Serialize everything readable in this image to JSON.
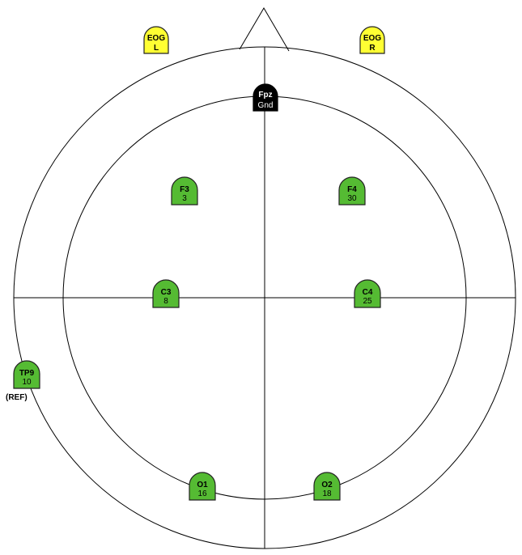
{
  "electrodes": [
    {
      "id": "eog-l",
      "label": "EOG",
      "value": "L",
      "color": "#ffff33",
      "text_color": "#000000"
    },
    {
      "id": "eog-r",
      "label": "EOG",
      "value": "R",
      "color": "#ffff33",
      "text_color": "#000000"
    },
    {
      "id": "fpz",
      "label": "Fpz",
      "value": "Gnd",
      "color": "#000000",
      "text_color": "#ffffff"
    },
    {
      "id": "f3",
      "label": "F3",
      "value": "3",
      "color": "#55bb33",
      "text_color": "#000000"
    },
    {
      "id": "f4",
      "label": "F4",
      "value": "30",
      "color": "#55bb33",
      "text_color": "#000000"
    },
    {
      "id": "c3",
      "label": "C3",
      "value": "8",
      "color": "#55bb33",
      "text_color": "#000000"
    },
    {
      "id": "c4",
      "label": "C4",
      "value": "25",
      "color": "#55bb33",
      "text_color": "#000000"
    },
    {
      "id": "tp9",
      "label": "TP9",
      "value": "10",
      "color": "#55bb33",
      "text_color": "#000000"
    },
    {
      "id": "o1",
      "label": "O1",
      "value": "16",
      "color": "#55bb33",
      "text_color": "#000000"
    },
    {
      "id": "o2",
      "label": "O2",
      "value": "18",
      "color": "#55bb33",
      "text_color": "#000000"
    }
  ],
  "reference_note": "(REF)"
}
